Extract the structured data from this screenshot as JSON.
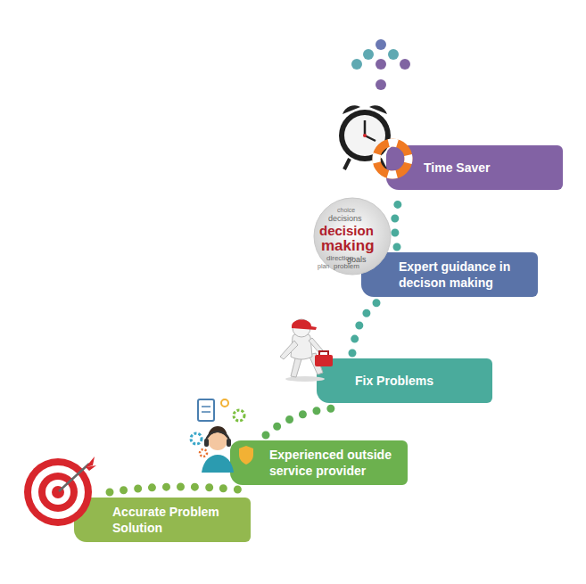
{
  "diagram": {
    "nodes": [
      {
        "text": [
          "Accurate Problem Solution"
        ]
      },
      {
        "text": [
          "Experienced outside service provider"
        ]
      },
      {
        "text": [
          "Fix Problems"
        ]
      },
      {
        "text": [
          "Expert guidance in decison making"
        ]
      },
      {
        "text": [
          "Time Saver"
        ]
      }
    ],
    "edges": [
      {
        "from": 0,
        "to": 1,
        "arrow": "none"
      },
      {
        "from": 1,
        "to": 2,
        "arrow": "none"
      },
      {
        "from": 2,
        "to": 3,
        "arrow": "none"
      },
      {
        "from": 3,
        "to": 4,
        "arrow": "none"
      }
    ],
    "labels": [
      "choice",
      "decisions",
      "decision",
      "making",
      "direction",
      "plan",
      "problem",
      "goals"
    ]
  }
}
